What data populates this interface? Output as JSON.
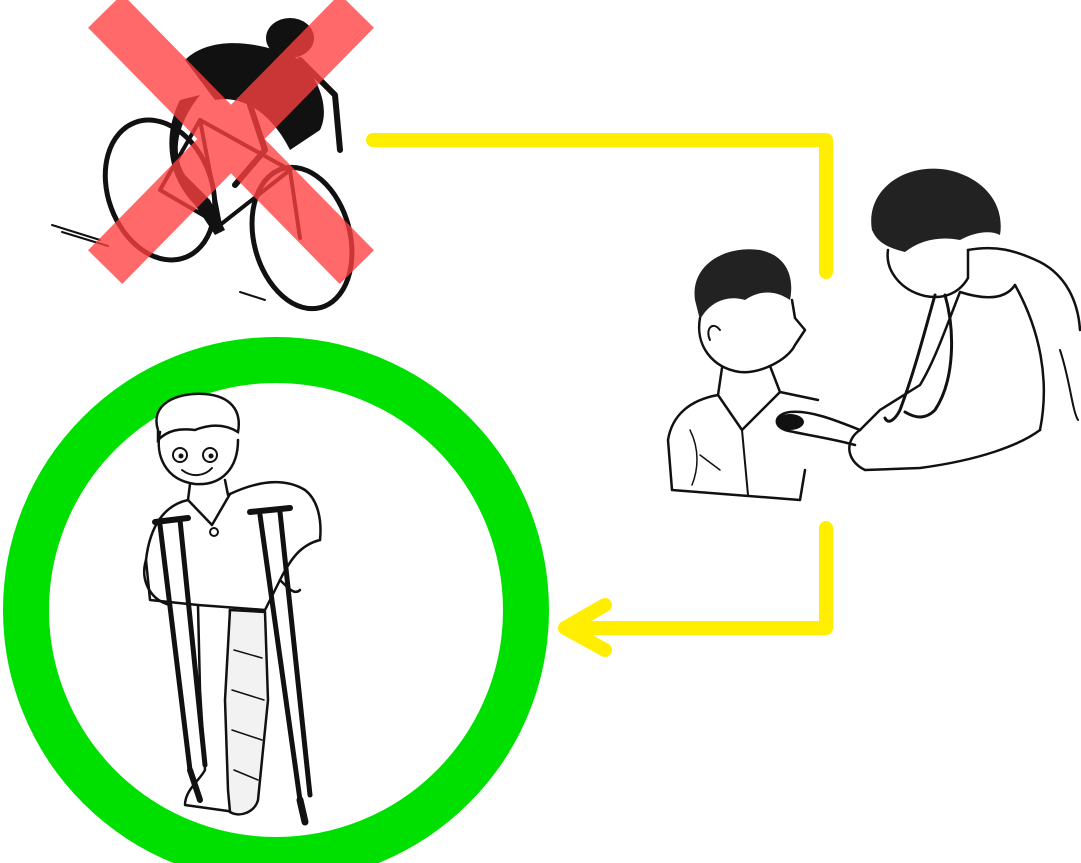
{
  "diagram": {
    "background": "#ffffff",
    "arrow_color": "#ffee00",
    "forbidden_mark_color": "#ff4040",
    "highlight_ring_color": "#00e000",
    "line_art_color": "#111111",
    "panels": [
      {
        "id": "cycling",
        "depicts": "cyclist-illustration",
        "marked": "crossed-out"
      },
      {
        "id": "doctor-visit",
        "depicts": "doctor-examining-boy-illustration",
        "marked": "none"
      },
      {
        "id": "crutches",
        "depicts": "man-with-leg-cast-on-crutches-illustration",
        "marked": "circled"
      }
    ],
    "flow": [
      {
        "from": "cycling",
        "to": "doctor-visit",
        "style": "connector-line"
      },
      {
        "from": "doctor-visit",
        "to": "crutches",
        "style": "arrow"
      }
    ]
  }
}
